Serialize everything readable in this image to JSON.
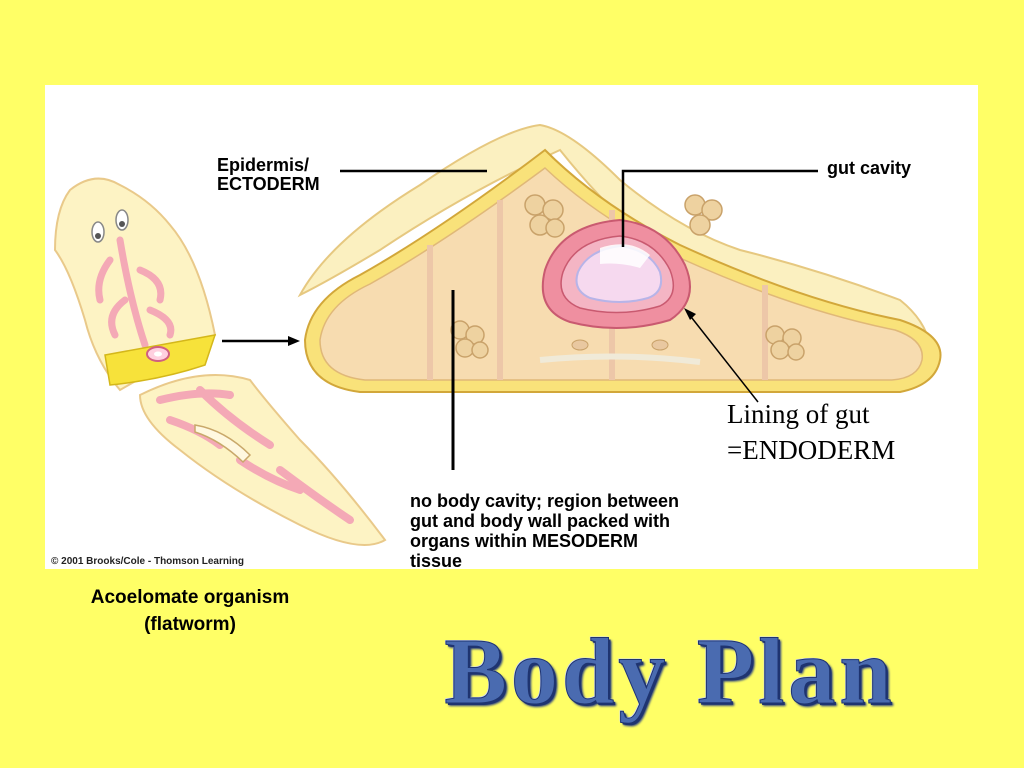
{
  "labels": {
    "epidermis_line1": "Epidermis/",
    "epidermis_line2": "ECTODERM",
    "gut_cavity": "gut cavity",
    "lining_line1": "Lining of gut",
    "lining_line2": "=ENDODERM",
    "no_cavity_line1": "no body cavity; region between",
    "no_cavity_line2": "gut and body wall packed with",
    "no_cavity_line3": "organs  within  MESODERM",
    "no_cavity_line4": "tissue"
  },
  "copyright": "© 2001 Brooks/Cole - Thomson Learning",
  "caption": {
    "line1": "Acoelomate organism",
    "line2": "(flatworm)"
  },
  "title": "Body Plan",
  "colors": {
    "background": "#ffff66",
    "title": "#4a6bb0",
    "tissue": "#f7dcb0",
    "gut_lining": "#ef8fa0"
  }
}
